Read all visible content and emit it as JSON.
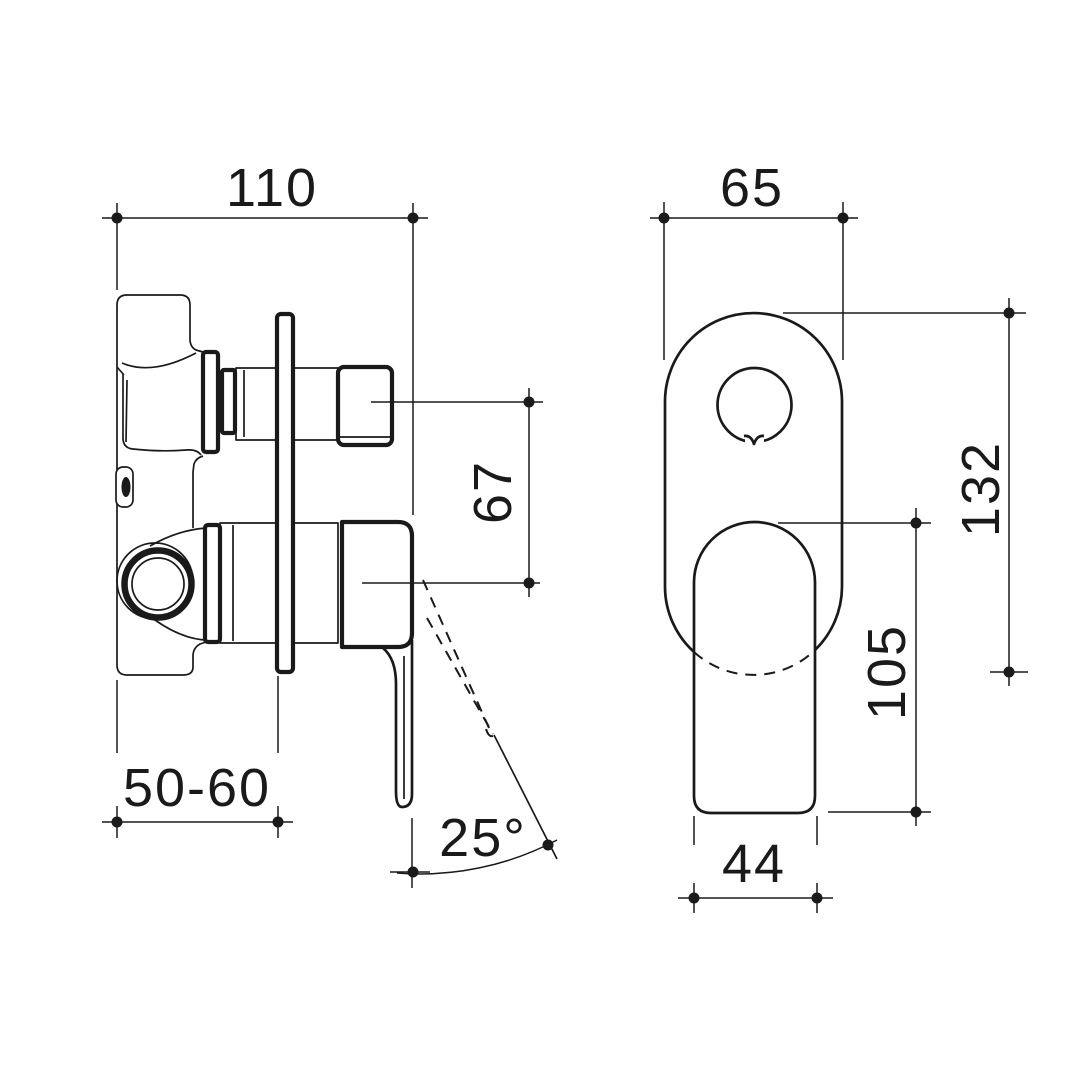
{
  "meta": {
    "ink_color": "#1a1a1a",
    "background_color": "#ffffff"
  },
  "side_view": {
    "overall_depth": "110",
    "wall_thickness_range": "50-60",
    "centres_distance": "67",
    "handle_swing_angle": "25°"
  },
  "front_view": {
    "plate_width": "65",
    "plate_height": "132",
    "handle_drop": "105",
    "handle_width": "44"
  }
}
